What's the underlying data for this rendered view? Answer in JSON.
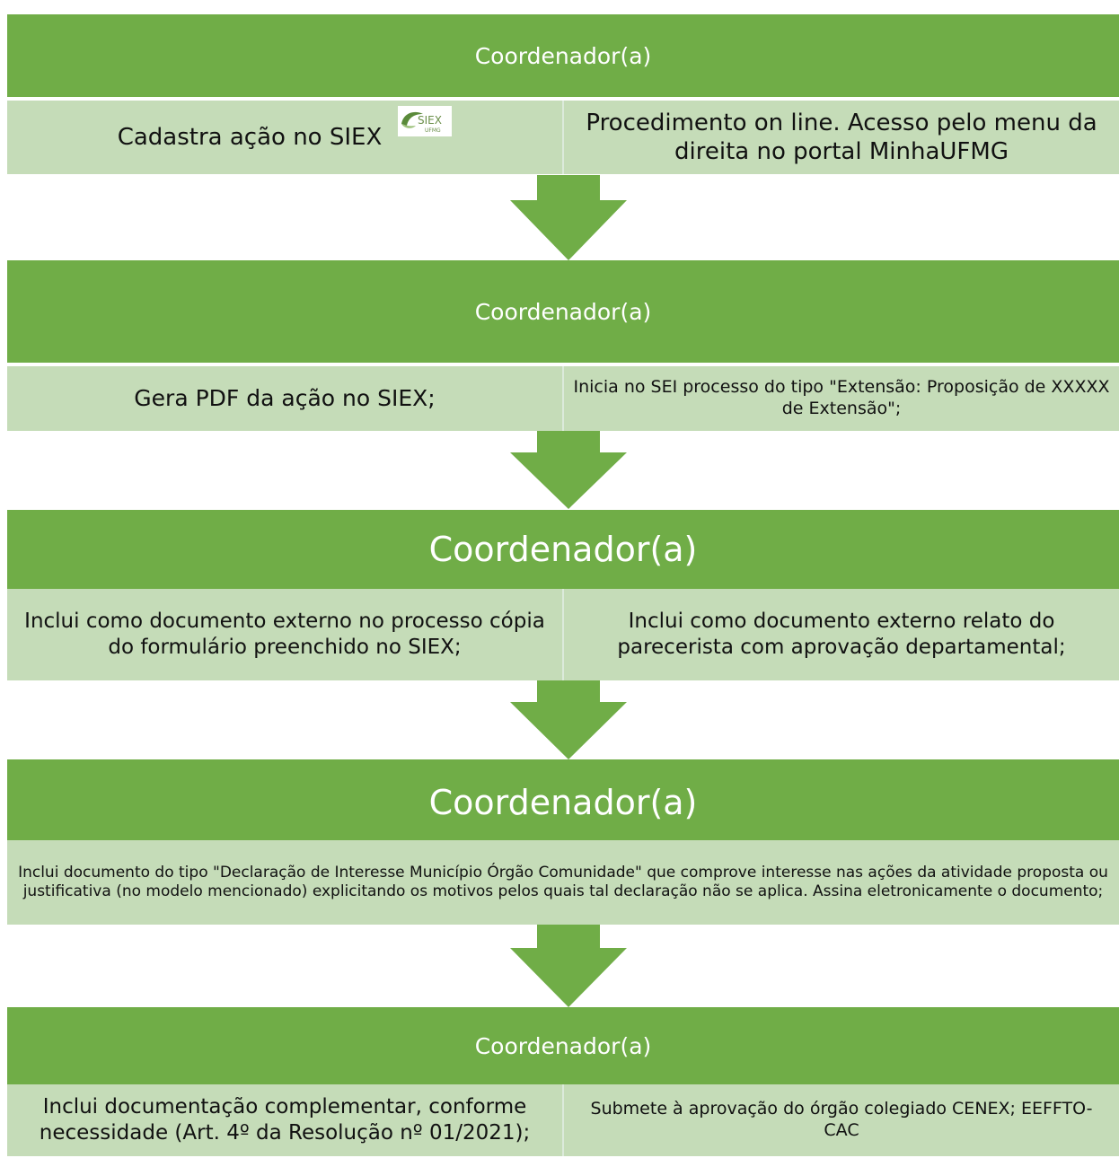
{
  "colors": {
    "header": "#70ad47",
    "row": "#c5dcb8",
    "arrow": "#70ad47"
  },
  "steps": [
    {
      "header": "Coordenador(a)",
      "left": "Cadastra ação no SIEX",
      "right": "Procedimento on line. Acesso pelo menu da direita no portal MinhaUFMG"
    },
    {
      "header": "Coordenador(a)",
      "left": "Gera PDF da ação no SIEX;",
      "right": "Inicia no SEI processo do tipo \"Extensão: Proposição de XXXXX de Extensão\";"
    },
    {
      "header": "Coordenador(a)",
      "left": "Inclui como documento externo no processo cópia do formulário preenchido no SIEX;",
      "right": "Inclui como documento externo relato do parecerista com aprovação departamental;"
    },
    {
      "header": "Coordenador(a)",
      "full": "Inclui documento do tipo \"Declaração de Interesse Município Órgão Comunidade\" que comprove interesse nas ações da atividade proposta ou justificativa (no modelo mencionado) explicitando os motivos pelos quais tal declaração não se aplica. Assina eletronicamente o documento;"
    },
    {
      "header": "Coordenador(a)",
      "left": "Inclui documentação complementar, conforme necessidade (Art. 4º da Resolução nº 01/2021);",
      "right": "Submete à aprovação do órgão colegiado CENEX; EEFFTO-CAC"
    }
  ],
  "logo": {
    "text": "SIEX",
    "subtext": "UFMG",
    "icon": "siex-logo-icon"
  }
}
